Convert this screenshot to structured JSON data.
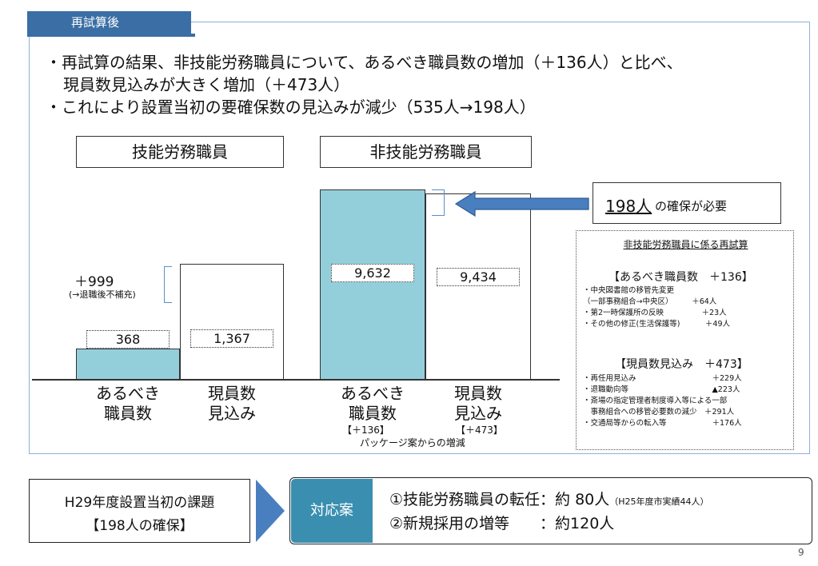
{
  "tab": {
    "label": "再試算後"
  },
  "bullets": [
    "・再試算の結果、非技能労務職員について、あるべき職員数の増加（＋136人）と比べ、",
    "現員数見込みが大きく増加（＋473人）",
    "・これにより設置当初の要確保数の見込みが減少（535人→198人）"
  ],
  "groups": {
    "left_title": "技能労務職員",
    "right_title": "非技能労務職員"
  },
  "annotations": {
    "plus999": "＋999",
    "plus999_note": "(→退職後不補充)",
    "need_number": "198人",
    "need_text": "の確保が必要",
    "paren_left": "【＋136】",
    "paren_right": "【＋473】",
    "pkg_note": "パッケージ案からの増減"
  },
  "chart_data": {
    "type": "bar",
    "groups": [
      "技能労務職員",
      "非技能労務職員"
    ],
    "categories": [
      "あるべき職員数",
      "現員数見込み",
      "あるべき職員数",
      "現員数見込み"
    ],
    "category_lines": [
      [
        "あるべき",
        "職員数"
      ],
      [
        "現員数",
        "見込み"
      ],
      [
        "あるべき",
        "職員数"
      ],
      [
        "現員数",
        "見込み"
      ]
    ],
    "values": [
      368,
      1367,
      9632,
      9434
    ],
    "value_labels": [
      "368",
      "1,367",
      "9,632",
      "9,434"
    ],
    "colors": [
      "#93cfdb",
      "#ffffff",
      "#93cfdb",
      "#ffffff"
    ]
  },
  "panel": {
    "title": "非技能労務職員に係る再試算",
    "sec1_title": "【あるべき職員数　＋136】",
    "sec1_lines": [
      "・中央図書館の移管先変更",
      "（一部事務組合→中央区）　　　＋64人",
      "・第2一時保護所の反映　　　　　＋23人",
      "・その他の修正(生活保護等)　　　 ＋49人"
    ],
    "sec2_title": "【現員数見込み　＋473】",
    "sec2_lines": [
      "・再任用見込み　　　　　　　　　　＋229人",
      "・退職動向等　　　　　　　　　　　▲223人",
      "・斎場の指定管理者制度導入等による一部",
      "　事務組合への移管必要数の減少　＋291人",
      "・交通局等からの転入等　　　　　　＋176人"
    ]
  },
  "bottom": {
    "issue_line1": "H29年度設置当初の課題",
    "issue_line2": "【198人の確保】",
    "action_label": "対応案",
    "line1_main": "①技能労務職員の転任：約 80人",
    "line1_note": "（H25年度市実績44人）",
    "line2_main": "②新規採用の増等　　：約120人"
  },
  "page_number": "9"
}
